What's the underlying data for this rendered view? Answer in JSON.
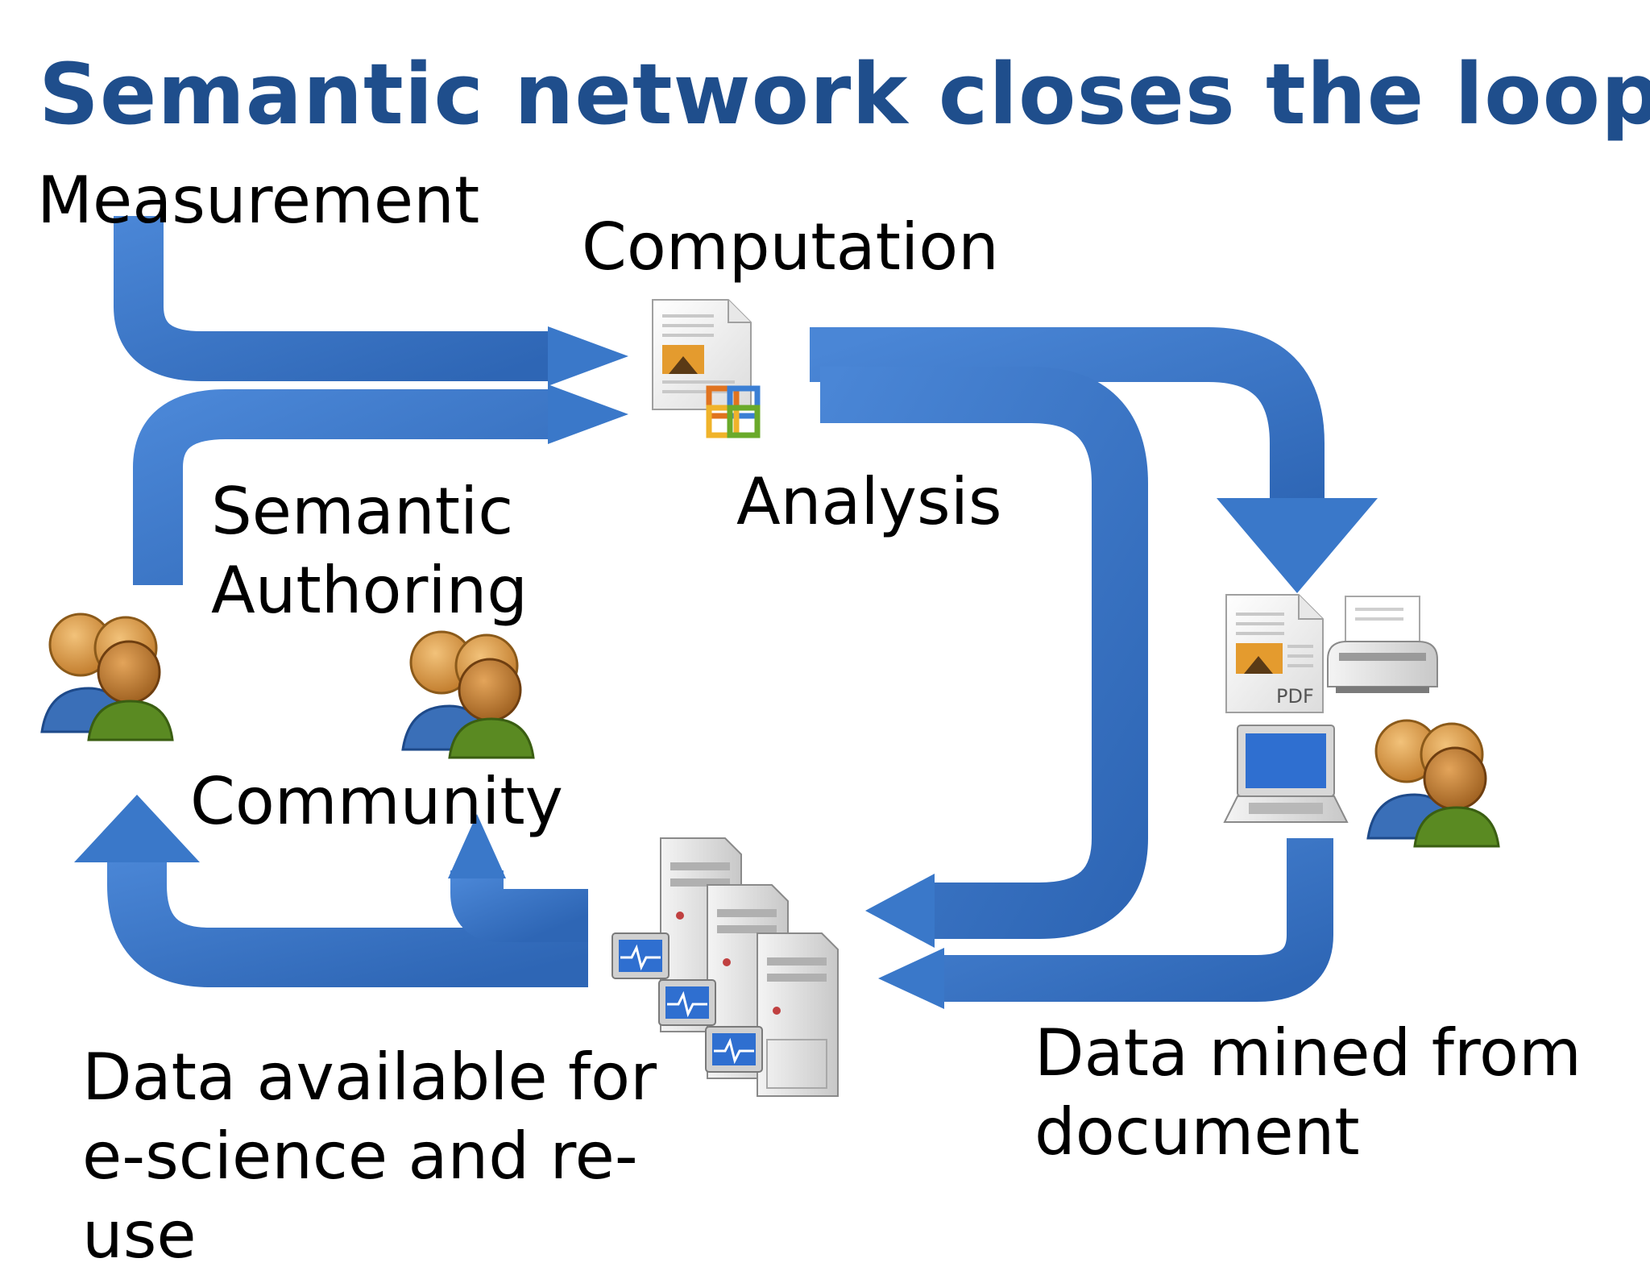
{
  "title": "Semantic network closes the loop",
  "labels": {
    "measurement": "Measurement",
    "computation": "Computation",
    "analysis": "Analysis",
    "semantic_authoring": "Semantic Authoring",
    "community": "Community",
    "data_available": "Data available for e-science and re-use",
    "data_mined": "Data mined from document"
  },
  "icons": {
    "pdf_badge": "PDF"
  },
  "colors": {
    "title": "#1f4e8c",
    "arrow": "#3a78c9",
    "text": "#000000"
  }
}
